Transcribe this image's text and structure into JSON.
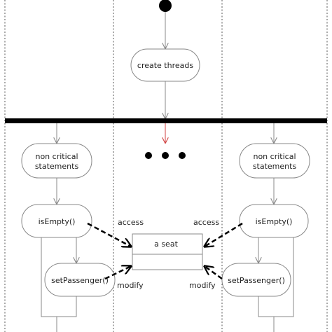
{
  "nodes": {
    "create_threads": "create threads",
    "left_non_critical": [
      "non critical",
      "statements"
    ],
    "right_non_critical": [
      "non critical",
      "statements"
    ],
    "left_is_empty": "isEmpty()",
    "right_is_empty": "isEmpty()",
    "left_set_passenger": "setPassenger()",
    "right_set_passenger": "setPassenger()",
    "seat": "a seat"
  },
  "edge_labels": {
    "left_access": "access",
    "right_access": "access",
    "left_modify": "modify",
    "right_modify": "modify"
  },
  "colors": {
    "accent_arrow": "#d04040",
    "bar": "#000000",
    "dashed_arrow": "#000000",
    "node_stroke": "#888888"
  }
}
